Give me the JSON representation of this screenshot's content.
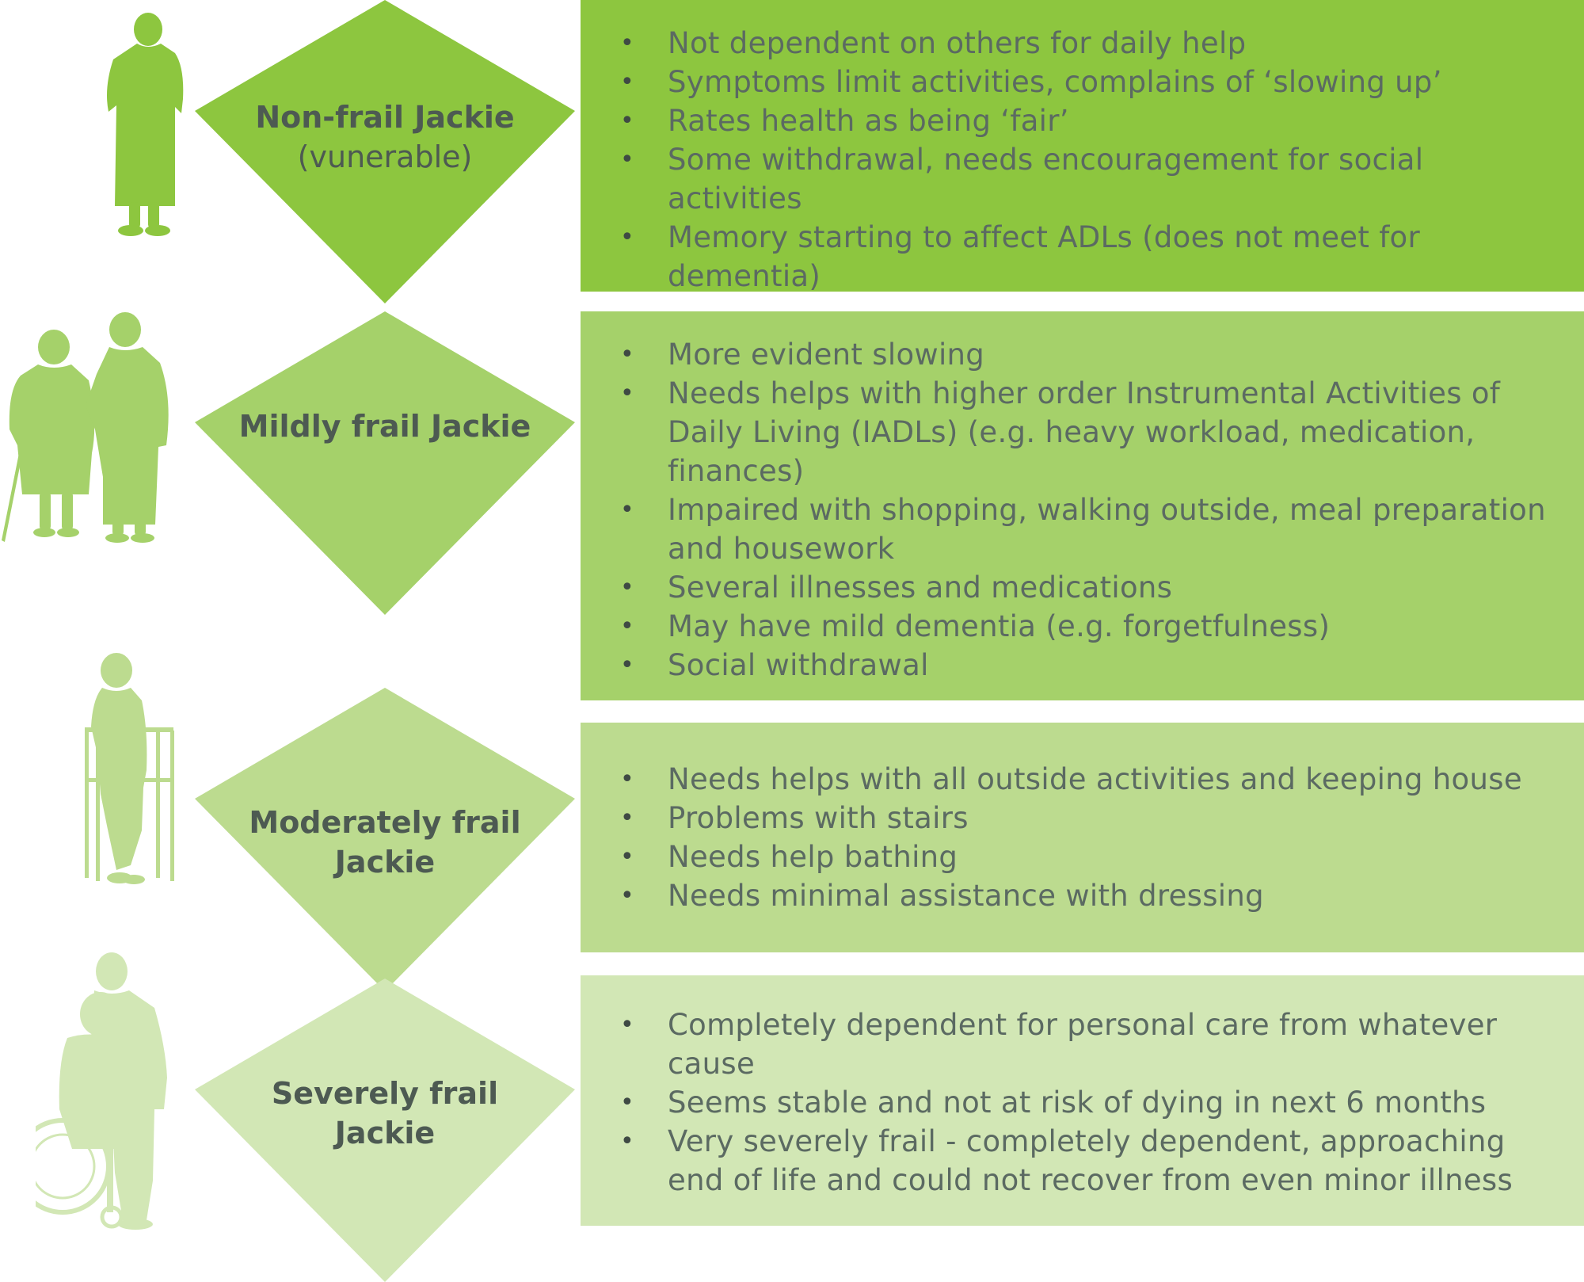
{
  "colors": {
    "stage1": "#8dc63f",
    "stage2": "#a5d16a",
    "stage3": "#bcdb8f",
    "stage4": "#d2e7b5",
    "label_text": "#4d5a52",
    "bullet_text": "#5b6a62"
  },
  "stages": [
    {
      "title": "Non-frail Jackie",
      "subtitle": "(vunerable)",
      "figure_icon": "elderly-woman-standing-icon",
      "bullets": [
        "Not dependent on others for daily help",
        "Symptoms limit activities, complains of ‘slowing up’",
        "Rates health as being ‘fair’",
        "Some withdrawal, needs encouragement for social activities",
        "Memory starting to affect ADLs (does not meet for dementia)"
      ]
    },
    {
      "title": "Mildly frail Jackie",
      "subtitle": "",
      "figure_icon": "elderly-couple-walking-cane-icon",
      "bullets": [
        "More evident slowing",
        "Needs helps with higher order Instrumental Activities of Daily Living (IADLs) (e.g. heavy workload, medication, finances)",
        "Impaired with shopping, walking outside, meal preparation and housework",
        "Several illnesses and medications",
        "May have mild dementia (e.g. forgetfulness)",
        "Social withdrawal"
      ]
    },
    {
      "title": "Moderately frail Jackie",
      "subtitle": "",
      "figure_icon": "elderly-woman-walker-icon",
      "bullets": [
        "Needs helps with all outside activities and keeping house",
        "Problems with stairs",
        "Needs help bathing",
        "Needs minimal assistance with dressing"
      ]
    },
    {
      "title": "Severely frail Jackie",
      "subtitle": "",
      "figure_icon": "caregiver-wheelchair-icon",
      "bullets": [
        "Completely dependent for personal care from whatever cause",
        "Seems stable and not at risk of dying in next 6 months",
        "Very severely frail - completely dependent, approaching end of life and could not recover from even minor illness"
      ]
    }
  ]
}
